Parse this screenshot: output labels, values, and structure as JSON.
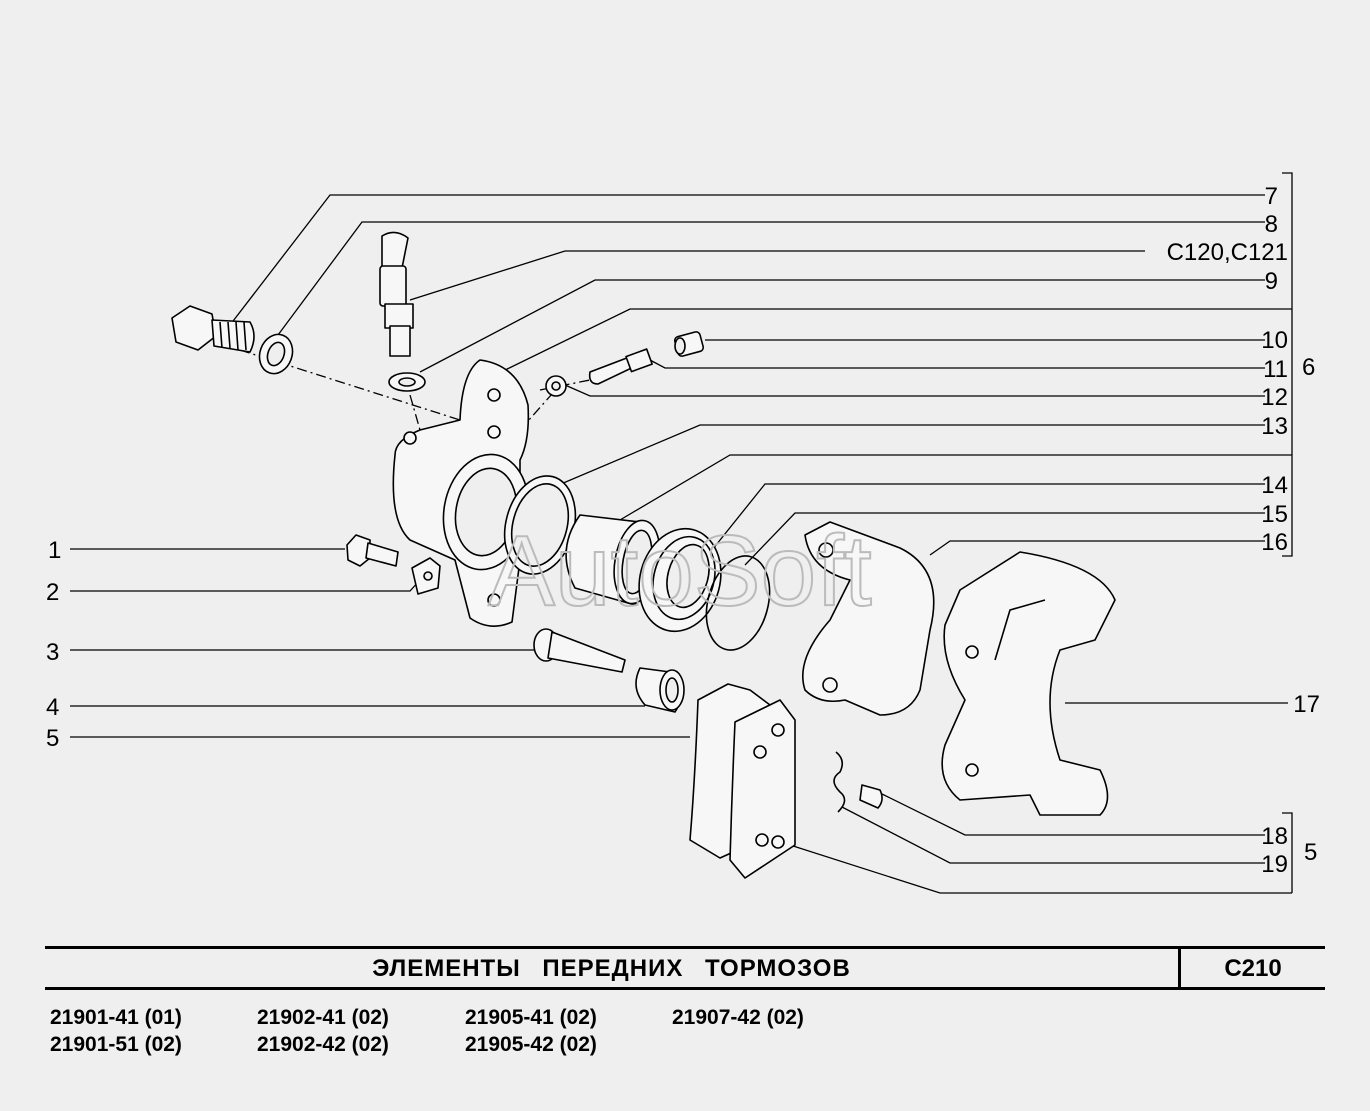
{
  "watermark": "AutoSoft",
  "callouts": {
    "c1": "1",
    "c2": "2",
    "c3": "3",
    "c4": "4",
    "c5": "5",
    "c6": "6",
    "c5b": "5",
    "c7": "7",
    "c8": "8",
    "c9": "9",
    "c10": "10",
    "c11": "11",
    "c12": "12",
    "c13": "13",
    "c14": "14",
    "c15": "15",
    "c16": "16",
    "c17": "17",
    "c18": "18",
    "c19": "19",
    "ref": "C120,C121"
  },
  "title_block": {
    "title": "ЭЛЕМЕНТЫ ПЕРЕДНИХ ТОРМОЗОВ",
    "code": "C210"
  },
  "models": [
    [
      "21901-41 (01)",
      "21901-51 (02)"
    ],
    [
      "21902-41 (02)",
      "21902-42 (02)"
    ],
    [
      "21905-41 (02)",
      "21905-42 (02)"
    ],
    [
      "21907-42 (02)"
    ]
  ]
}
